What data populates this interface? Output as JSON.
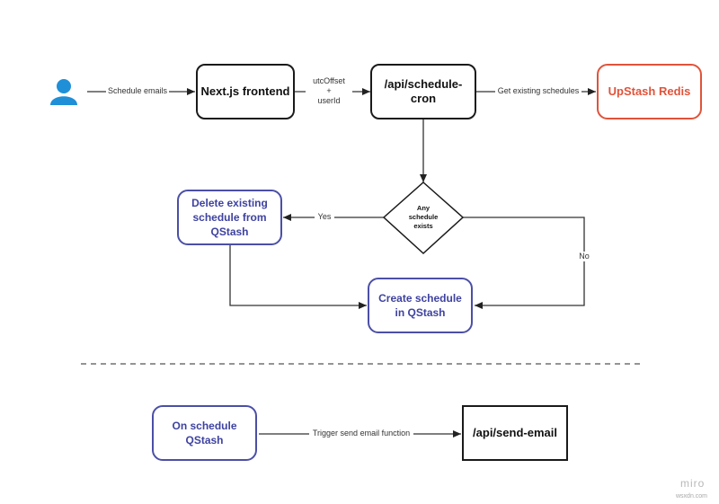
{
  "nodes": {
    "user": "user-icon",
    "nextjs": "Next.js frontend",
    "schedule_cron": "/api/schedule-cron",
    "upstash_redis": "UpStash Redis",
    "decision": "Any\nschedule\nexists",
    "delete_schedule": "Delete existing\nschedule from\nQStash",
    "create_schedule": "Create schedule\nin QStash",
    "on_schedule": "On schedule\nQStash",
    "send_email": "/api/send-email"
  },
  "edges": {
    "schedule_emails": "Schedule emails",
    "params": "utcOffset\n+\nuserId",
    "get_existing": "Get existing schedules",
    "yes": "Yes",
    "no": "No",
    "trigger": "Trigger send email function"
  },
  "brand": "miro",
  "watermark": "wsxdn.com",
  "colors": {
    "user_icon": "#1f8fd8",
    "redis": "#e0533a",
    "qstash_blue": "#4b4fa6",
    "dark": "#1a1a1a"
  }
}
